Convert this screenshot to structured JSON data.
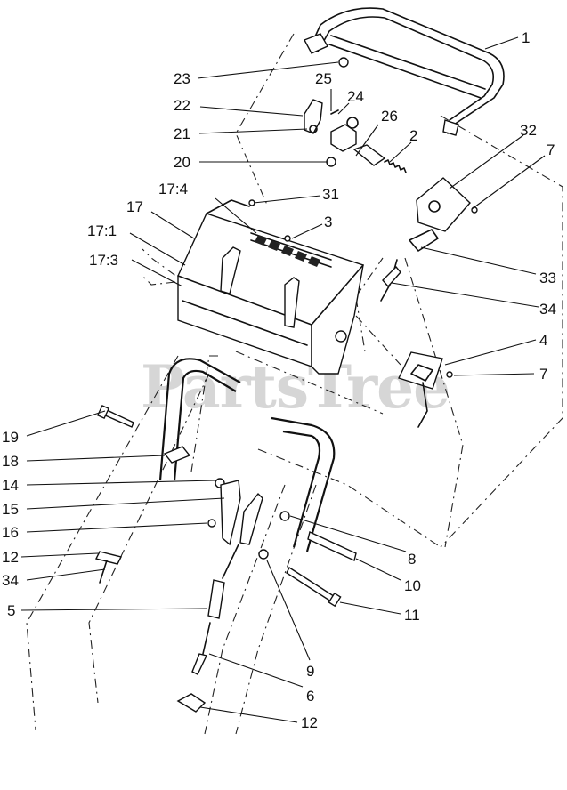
{
  "watermark": "PartsTree",
  "callouts": [
    "1",
    "2",
    "3",
    "4",
    "5",
    "6",
    "7",
    "7",
    "8",
    "9",
    "10",
    "11",
    "12",
    "12",
    "14",
    "15",
    "16",
    "17",
    "17:1",
    "17:3",
    "17:4",
    "18",
    "19",
    "20",
    "21",
    "22",
    "23",
    "24",
    "25",
    "26",
    "31",
    "32",
    "33",
    "34",
    "34"
  ]
}
